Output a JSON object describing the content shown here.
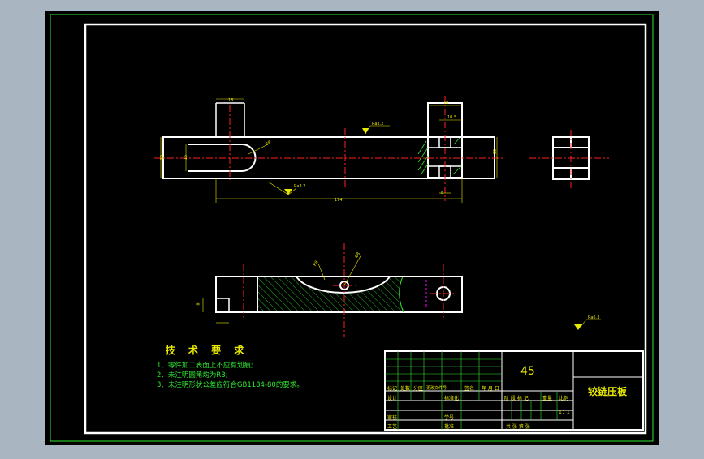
{
  "drawing": {
    "title": "铰链压板",
    "material": "45",
    "scale": "1：1",
    "dimensions": {
      "overall_length": "174",
      "top_left_width": "18",
      "top_right_width": "18",
      "right_inner": "10.5",
      "bottom_right": "8",
      "left_height": "30",
      "right_height": "30",
      "left_slot": "15",
      "bottom_left": "8",
      "radius_label": "R8",
      "section_label_1": "R8",
      "section_label_2": "Φ8"
    },
    "roughness": {
      "top": "Ra3.2",
      "bottom": "Ra3.2",
      "general": "Ra6.3"
    }
  },
  "tech_requirements": {
    "title": "技 术 要 求",
    "items": [
      "1、零件加工表面上不应有划痕;",
      "2、未注明圆角均为R3;",
      "3、未注明形状公差应符合GB1184-80的要求。"
    ]
  },
  "title_block": {
    "row_labels": [
      "标记",
      "处数",
      "分区",
      "更改文件号",
      "签名",
      "年 月 日"
    ],
    "design": "设计",
    "standardize": "标准化",
    "stage_marks": "阶 段 标 记",
    "weight": "重量",
    "ratio": "比例",
    "review": "审核",
    "process": "工艺",
    "approve": "批准",
    "student_id": "学号",
    "total_sheets": "共   张  第   张"
  },
  "colors": {
    "background_outer": "#a9b5c1",
    "paper": "#000000",
    "frame_green": "#2fe82f",
    "frame_white": "#ffffff",
    "centerline_red": "#ff2020",
    "dimension_yellow": "#e8e800",
    "hatch_green": "#2fe82f"
  }
}
